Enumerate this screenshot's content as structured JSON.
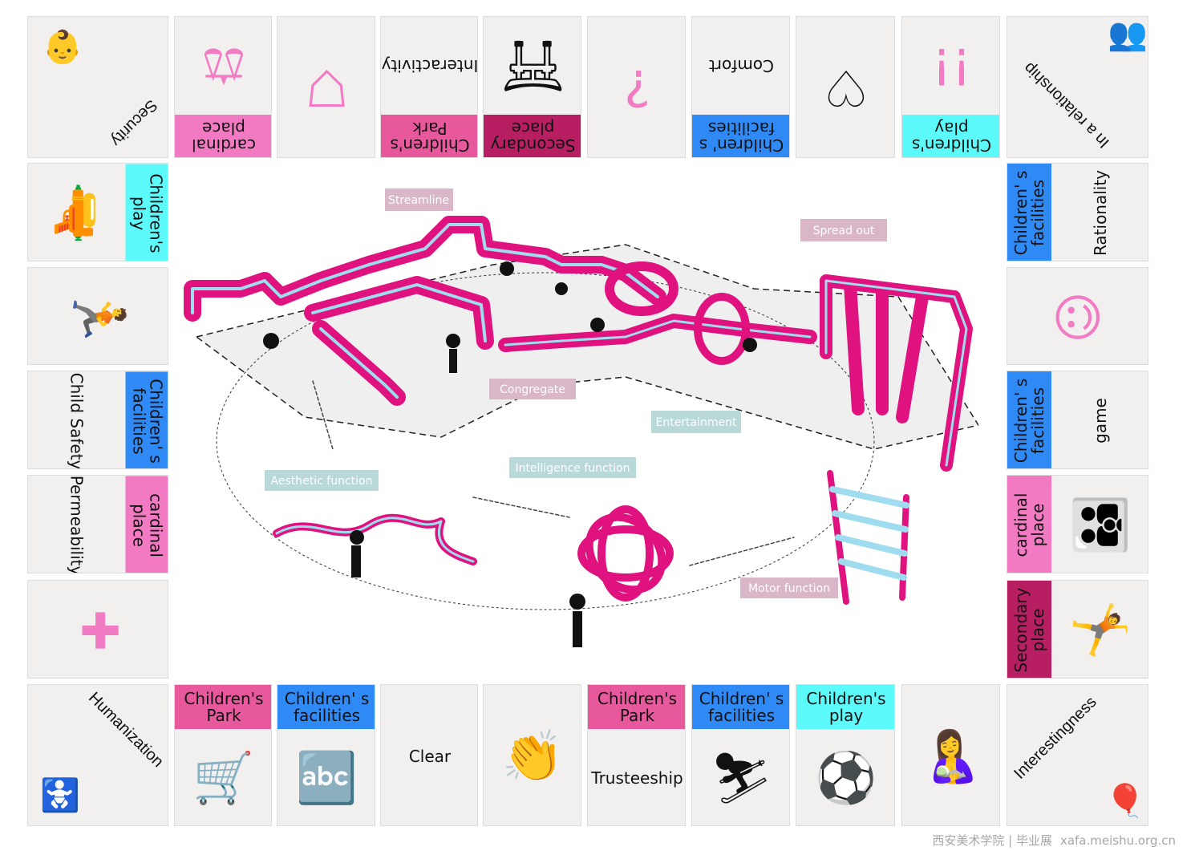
{
  "colors": {
    "cardinal_place": "#f27ac2",
    "childrens_park": "#e8589c",
    "secondary_place": "#b81e62",
    "childrens_facilities": "#2f8af5",
    "childrens_play": "#5cfafa",
    "pink": "#f17cc4",
    "black": "#111111"
  },
  "top_row": [
    {
      "corner": true,
      "text": "Security",
      "icon": "baby-hand-icon",
      "glyph": "👶",
      "icon_color": "black"
    },
    {
      "label": "cardinal place",
      "label_color": "cardinal_place",
      "icon": "swing-icon",
      "glyph": "⚖",
      "icon_color": "pink"
    },
    {
      "icon": "shield-icon",
      "glyph": "⛉",
      "icon_color": "pink"
    },
    {
      "label": "Children's Park",
      "label_color": "childrens_park",
      "text": "Interactivity"
    },
    {
      "label": "Secondary place",
      "label_color": "secondary_place",
      "icon": "playground-icon",
      "glyph": "⛩",
      "icon_color": "black"
    },
    {
      "icon": "question-icon",
      "glyph": "?",
      "icon_color": "pink"
    },
    {
      "label": "Children' s facilities",
      "label_color": "childrens_facilities",
      "text": "Comfort"
    },
    {
      "icon": "hands-heart-icon",
      "glyph": "♡",
      "icon_color": "black"
    },
    {
      "label": "Children's play",
      "label_color": "childrens_play",
      "icon": "exclamation-icon",
      "glyph": "!!",
      "icon_color": "pink"
    },
    {
      "corner": true,
      "text": "In a relationship",
      "icon": "couple-icon",
      "glyph": "👥",
      "icon_color": "black"
    }
  ],
  "left_col": [
    {
      "label": "Children's play",
      "label_color": "childrens_play",
      "icon": "toy-gun-icon",
      "glyph": "🔫",
      "icon_color": "black"
    },
    {
      "icon": "running-child-icon",
      "glyph": "🏃",
      "icon_color": "pink"
    },
    {
      "label": "Children' s facilities",
      "label_color": "childrens_facilities",
      "text": "Child Safety"
    },
    {
      "label": "cardinal place",
      "label_color": "cardinal_place",
      "text": "Permeability"
    },
    {
      "icon": "puzzle-icon",
      "glyph": "✚",
      "icon_color": "pink"
    }
  ],
  "right_col": [
    {
      "label": "Children' s facilities",
      "label_color": "childrens_facilities",
      "text": "Rationality"
    },
    {
      "icon": "family-icon",
      "glyph": "☺",
      "icon_color": "pink"
    },
    {
      "label": "Children' s facilities",
      "label_color": "childrens_facilities",
      "text": "game"
    },
    {
      "label": "cardinal place",
      "label_color": "cardinal_place",
      "icon": "parent-child-icon",
      "glyph": "👪",
      "icon_color": "pink"
    },
    {
      "label": "Secondary place",
      "label_color": "secondary_place",
      "icon": "kids-playing-icon",
      "glyph": "🤸",
      "icon_color": "black"
    }
  ],
  "bottom_row": [
    {
      "corner": true,
      "text": "Humanization",
      "icon": "crawling-baby-icon",
      "glyph": "🚼",
      "icon_color": "black"
    },
    {
      "label": "Children's Park",
      "label_color": "childrens_park",
      "icon": "stroller-icon",
      "glyph": "🛒",
      "icon_color": "black"
    },
    {
      "label": "Children' s facilities",
      "label_color": "childrens_facilities",
      "icon": "abc-blocks-icon",
      "glyph": "🔤",
      "icon_color": "black"
    },
    {
      "text": "Clear"
    },
    {
      "icon": "clapping-hands-icon",
      "glyph": "👏",
      "icon_color": "pink"
    },
    {
      "label": "Children's Park",
      "label_color": "childrens_park",
      "text": "Trusteeship"
    },
    {
      "label": "Children' s facilities",
      "label_color": "childrens_facilities",
      "icon": "slide-icon",
      "glyph": "⛷",
      "icon_color": "black"
    },
    {
      "label": "Children's play",
      "label_color": "childrens_play",
      "icon": "soccer-kid-icon",
      "glyph": "⚽",
      "icon_color": "black"
    },
    {
      "icon": "mother-child-icon",
      "glyph": "🤱",
      "icon_color": "pink"
    },
    {
      "corner": true,
      "text": "Interestingness",
      "icon": "balloon-kid-icon",
      "glyph": "🎈",
      "icon_color": "pink"
    }
  ],
  "callouts": {
    "streamline": "Streamline",
    "spread_out": "Spread out",
    "congregate": "Congregate",
    "entertainment": "Entertainment",
    "aesthetic": "Aesthetic function",
    "intelligence": "Intelligence function",
    "motor": "Motor function"
  },
  "watermark": {
    "line1": "西安美术学院 | 毕业展",
    "line2": "xafa.meishu.org.cn"
  }
}
